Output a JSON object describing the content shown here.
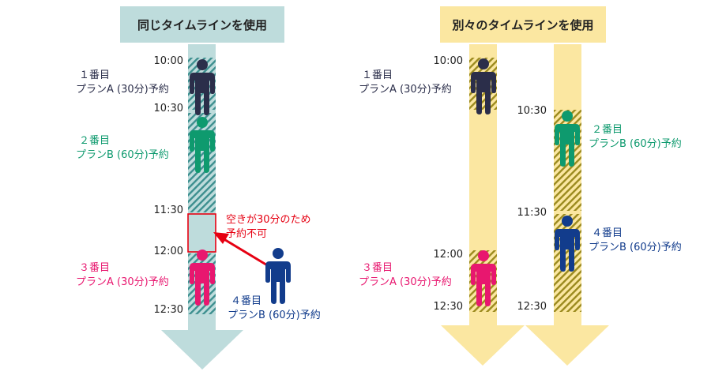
{
  "left": {
    "title": "同じタイムラインを使用",
    "times": [
      "10:00",
      "10:30",
      "11:30",
      "12:00",
      "12:30"
    ],
    "bookings": [
      {
        "order": "１番目",
        "plan": "プランA (30分)予約",
        "color": "#2b2e4a"
      },
      {
        "order": "２番目",
        "plan": "プランB (60分)予約",
        "color": "#0e9a6e"
      },
      {
        "order": "３番目",
        "plan": "プランA (30分)予約",
        "color": "#e8176f"
      },
      {
        "order": "４番目",
        "plan": "プランB (60分)予約",
        "color": "#123c8c"
      }
    ],
    "note": {
      "line1": "空きが30分のため",
      "line2": "予約不可",
      "color": "#e60012"
    }
  },
  "right": {
    "title": "別々のタイムラインを使用",
    "times_a": [
      "10:00",
      "12:00",
      "12:30"
    ],
    "times_b": [
      "10:30",
      "11:30",
      "12:30"
    ],
    "bookings": [
      {
        "order": "１番目",
        "plan": "プランA (30分)予約",
        "color": "#2b2e4a"
      },
      {
        "order": "２番目",
        "plan": "プランB (60分)予約",
        "color": "#0e9a6e"
      },
      {
        "order": "３番目",
        "plan": "プランA (30分)予約",
        "color": "#e8176f"
      },
      {
        "order": "４番目",
        "plan": "プランB (60分)予約",
        "color": "#123c8c"
      }
    ]
  },
  "colors": {
    "teal_track": "#bedcdc",
    "teal_hatch": "#3d8f8f",
    "yellow_track": "#fbe7a1",
    "olive_hatch": "#9b8a1e"
  },
  "icons": [
    "person-icon"
  ]
}
